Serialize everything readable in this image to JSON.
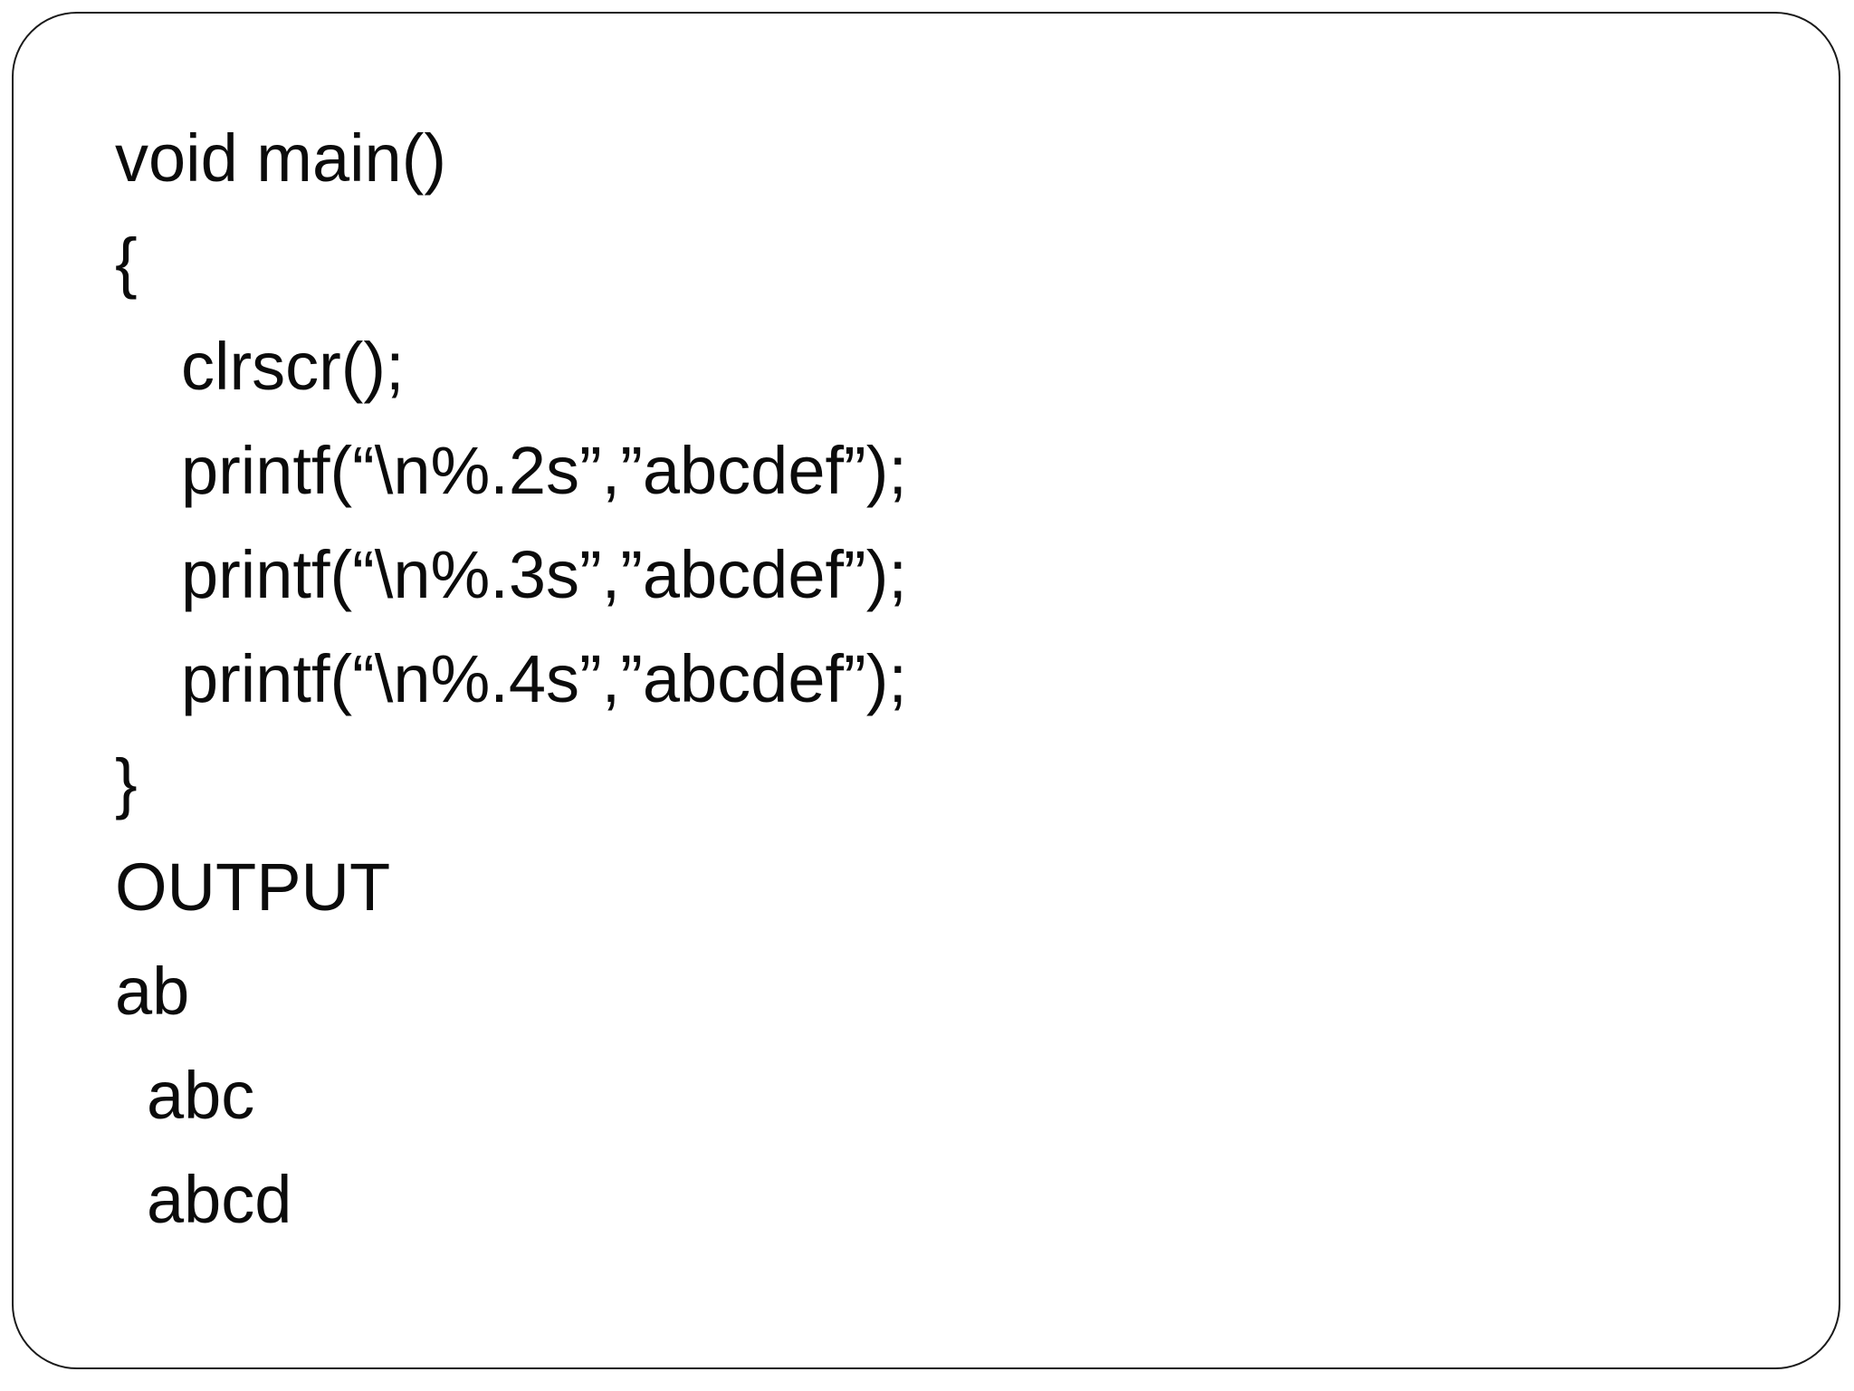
{
  "slide": {
    "background_color": "#ffffff",
    "border_color": "#1a1a1a",
    "text_color": "#0b0b0b",
    "lines": [
      {
        "text": "void main()"
      },
      {
        "text": "{"
      },
      {
        "text": "clrscr();"
      },
      {
        "text": "printf(“\\n%.2s”,”abcdef”);"
      },
      {
        "text": "printf(“\\n%.3s”,”abcdef”);"
      },
      {
        "text": "printf(“\\n%.4s”,”abcdef”);"
      },
      {
        "text": "}"
      },
      {
        "text": "OUTPUT"
      },
      {
        "text": "ab"
      },
      {
        "text": "abc"
      },
      {
        "text": "abcd"
      }
    ]
  }
}
